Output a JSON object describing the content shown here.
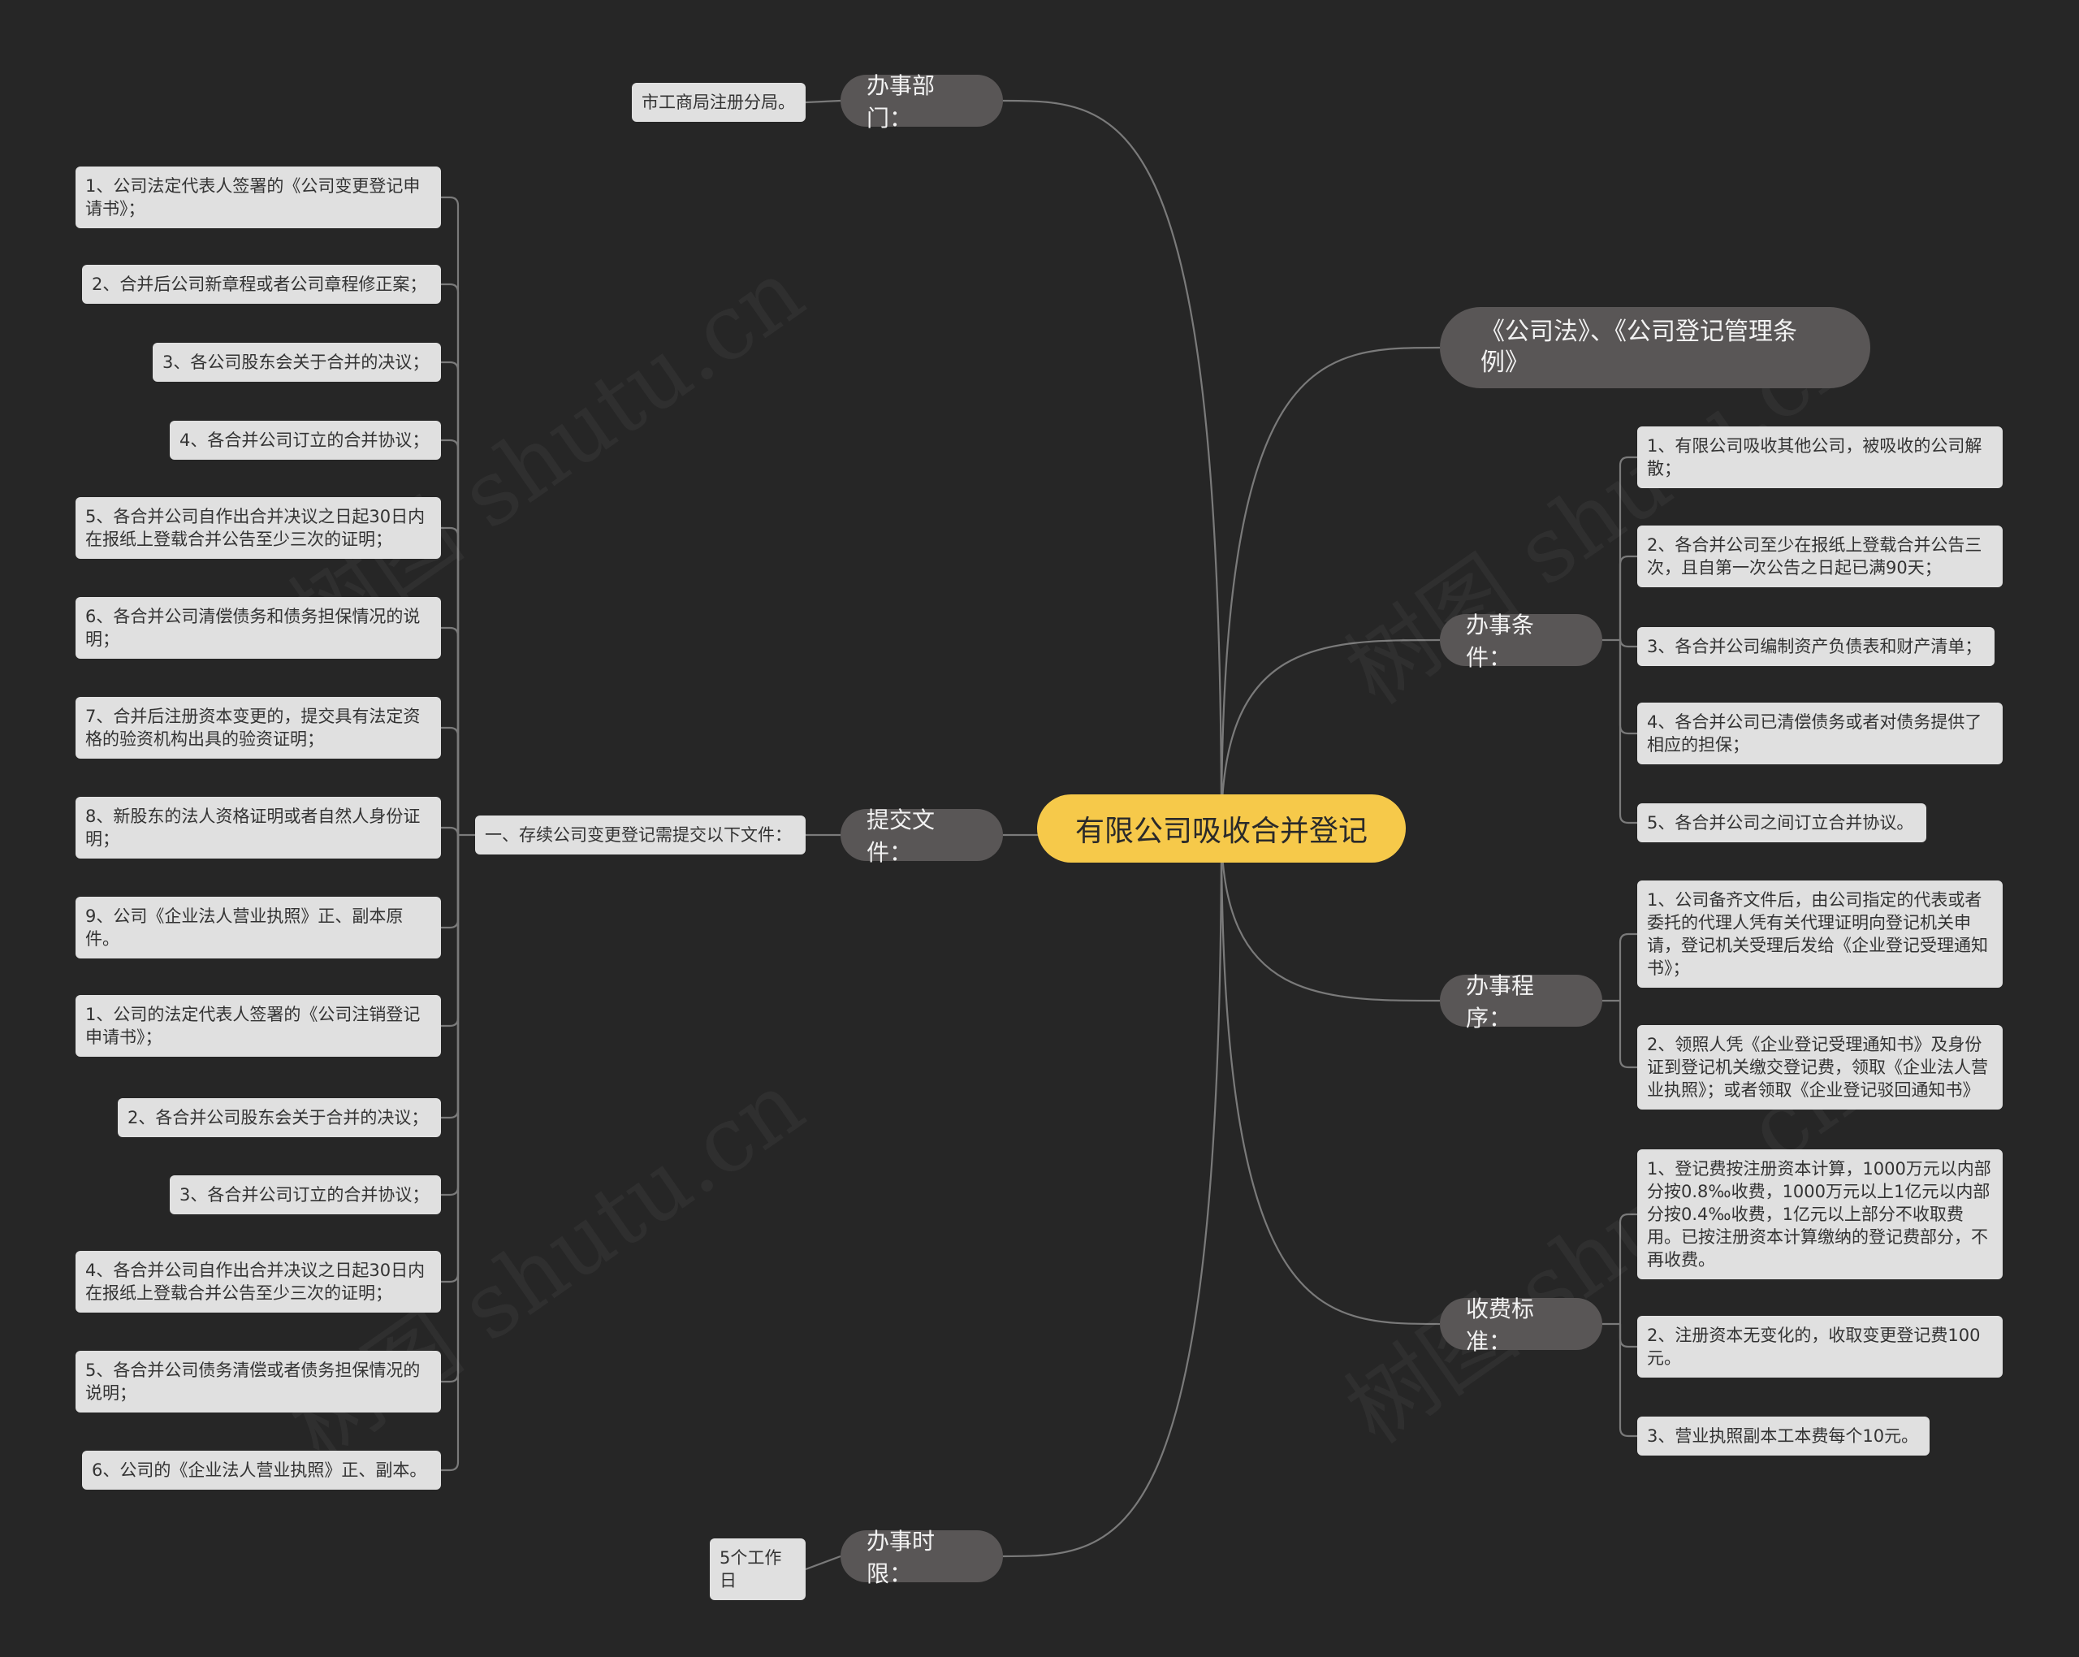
{
  "root": {
    "label": "有限公司吸收合并登记"
  },
  "branches": {
    "dept": {
      "label": "办事部门：",
      "leaves": [
        "市工商局注册分局。"
      ]
    },
    "law": {
      "label": "《公司法》、《公司登记管理条例》"
    },
    "docs": {
      "label": "提交文件：",
      "intro": "一、存续公司变更登记需提交以下文件：",
      "leaves": [
        "1、公司法定代表人签署的《公司变更登记申请书》；",
        "2、合并后公司新章程或者公司章程修正案；",
        "3、各公司股东会关于合并的决议；",
        "4、各合并公司订立的合并协议；",
        "5、各合并公司自作出合并决议之日起30日内在报纸上登载合并公告至少三次的证明；",
        "6、各合并公司清偿债务和债务担保情况的说明；",
        "7、合并后注册资本变更的，提交具有法定资格的验资机构出具的验资证明；",
        "8、新股东的法人资格证明或者自然人身份证明；",
        "9、公司《企业法人营业执照》正、副本原件。",
        "1、公司的法定代表人签署的《公司注销登记申请书》；",
        "2、各合并公司股东会关于合并的决议；",
        "3、各合并公司订立的合并协议；",
        "4、各合并公司自作出合并决议之日起30日内在报纸上登载合并公告至少三次的证明；",
        "5、各合并公司债务清偿或者债务担保情况的说明；",
        "6、公司的《企业法人营业执照》正、副本。"
      ]
    },
    "time": {
      "label": "办事时限：",
      "leaves": [
        "5个工作日"
      ]
    },
    "cond": {
      "label": "办事条件：",
      "leaves": [
        "1、有限公司吸收其他公司，被吸收的公司解散；",
        "2、各合并公司至少在报纸上登载合并公告三次，且自第一次公告之日起已满90天；",
        "3、各合并公司编制资产负债表和财产清单；",
        "4、各合并公司已清偿债务或者对债务提供了相应的担保；",
        "5、各合并公司之间订立合并协议。"
      ]
    },
    "proc": {
      "label": "办事程序：",
      "leaves": [
        "1、公司备齐文件后，由公司指定的代表或者委托的代理人凭有关代理证明向登记机关申请，登记机关受理后发给《企业登记受理通知书》；",
        "2、领照人凭《企业登记受理通知书》及身份证到登记机关缴交登记费，领取《企业法人营业执照》；或者领取《企业登记驳回通知书》"
      ]
    },
    "fee": {
      "label": "收费标准：",
      "leaves": [
        "1、登记费按注册资本计算，1000万元以内部分按0.8‰收费，1000万元以上1亿元以内部分按0.4‰收费，1亿元以上部分不收取费用。已按注册资本计算缴纳的登记费部分，不再收费。",
        "2、注册资本无变化的，收取变更登记费100元。",
        "3、营业执照副本工本费每个10元。"
      ]
    }
  },
  "watermark": "树图 shutu.cn",
  "colors": {
    "background": "#262626",
    "root": "#f6c94a",
    "branch": "#595656",
    "leaf": "#e0e0e0",
    "link": "#7a7a7a"
  }
}
